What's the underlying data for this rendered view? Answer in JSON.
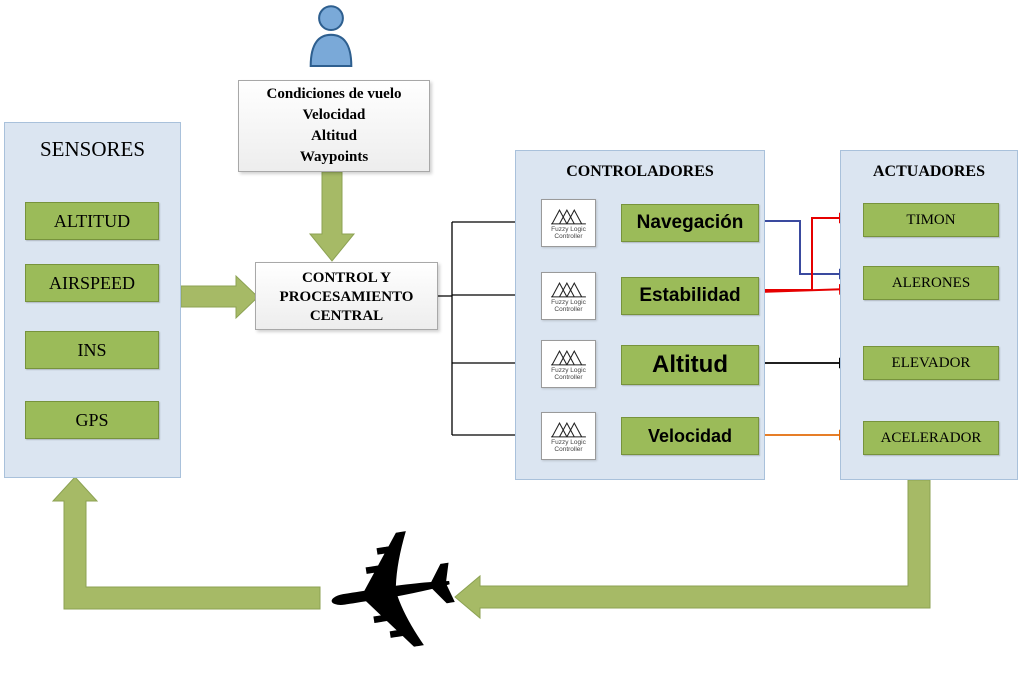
{
  "icons": {
    "airplane": "✈"
  },
  "colors": {
    "panel_fill": "#dbe5f1",
    "panel_border": "#a9c1db",
    "box_fill": "#9bbb59",
    "box_border": "#77933c",
    "arrow_green": "#a6ba66",
    "arrow_green_border": "#8ca253",
    "branch_line": "#000000",
    "nav_line": "#3a4a9f",
    "estab_line": "#e60000",
    "alt_line": "#000000",
    "vel_line": "#e36c09",
    "person_fill": "#7aa9d8",
    "person_stroke": "#2e5f8f"
  },
  "flight_conditions": {
    "lines": [
      "Condiciones de vuelo",
      "Velocidad",
      "Altitud",
      "Waypoints"
    ]
  },
  "sensors": {
    "title": "SENSORES",
    "items": [
      "ALTITUD",
      "AIRSPEED",
      "INS",
      "GPS"
    ]
  },
  "central": {
    "lines": [
      "CONTROL Y",
      "PROCESAMIENTO",
      "CENTRAL"
    ]
  },
  "controllers": {
    "title": "CONTROLADORES",
    "fuzzy_label": "Fuzzy Logic Controller",
    "items": [
      "Navegación",
      "Estabilidad",
      "Altitud",
      "Velocidad"
    ]
  },
  "actuators": {
    "title": "ACTUADORES",
    "items": [
      "TIMON",
      "ALERONES",
      "ELEVADOR",
      "ACELERADOR"
    ]
  }
}
